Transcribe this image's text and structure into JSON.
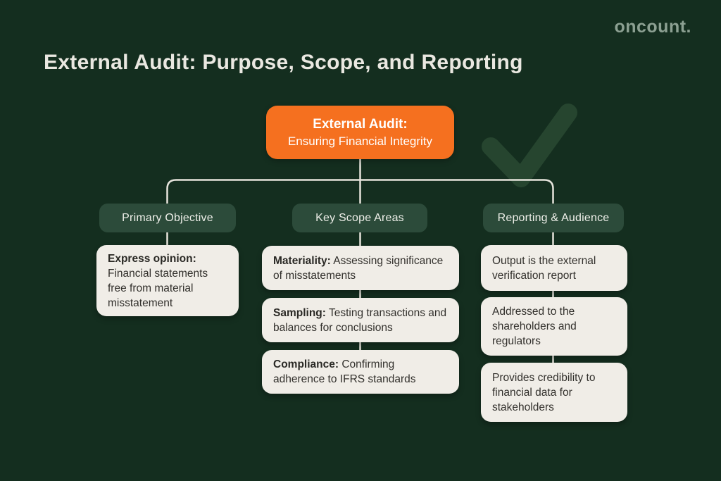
{
  "page": {
    "title": "External Audit: Purpose, Scope, and Reporting",
    "brand": "oncount."
  },
  "root_node": {
    "title": "External Audit:",
    "subtitle": "Ensuring Financial Integrity"
  },
  "columns": [
    {
      "header": "Primary Objective",
      "items": [
        {
          "label": "Express opinion:",
          "text": "Financial statements free from material misstatement"
        }
      ]
    },
    {
      "header": "Key Scope Areas",
      "items": [
        {
          "label": "Materiality:",
          "text": "Assessing significance of misstatements"
        },
        {
          "label": "Sampling:",
          "text": "Testing transactions and balances for conclusions"
        },
        {
          "label": "Compliance:",
          "text": "Confirming adherence to IFRS standards"
        }
      ]
    },
    {
      "header": "Reporting & Audience",
      "items": [
        {
          "label": "",
          "text": "Output is the external verification report"
        },
        {
          "label": "",
          "text": "Addressed to the shareholders and regulators"
        },
        {
          "label": "",
          "text": "Provides credibility to financial data for stakeholders"
        }
      ]
    }
  ],
  "icons": {
    "watermark": "checkmark-icon"
  },
  "colors": {
    "background": "#142E1F",
    "accent_orange": "#F5701F",
    "header_pill_green": "#2C4B3A",
    "card_cream": "#F0EDE7",
    "connector_line": "#E6E4DC",
    "title_text": "#EAE8E1",
    "brand_text": "#8CA092",
    "card_text": "#32302C",
    "watermark_green": "#26452F"
  }
}
